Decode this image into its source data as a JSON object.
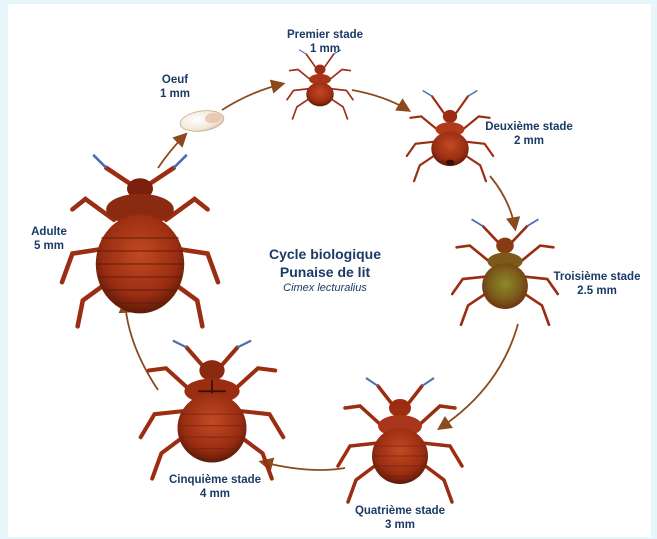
{
  "diagram": {
    "title_line1": "Cycle biologique",
    "title_line2": "Punaise de lit",
    "title_latin": "Cimex lecturalius"
  },
  "stages": [
    {
      "name": "Oeuf",
      "size": "1 mm"
    },
    {
      "name": "Premier stade",
      "size": "1 mm"
    },
    {
      "name": "Deuxième stade",
      "size": "2 mm"
    },
    {
      "name": "Troisième stade",
      "size": "2.5 mm"
    },
    {
      "name": "Quatrième stade",
      "size": "3 mm"
    },
    {
      "name": "Cinquième stade",
      "size": "4 mm"
    },
    {
      "name": "Adulte",
      "size": "5 mm"
    }
  ],
  "colors": {
    "background": "#e6f6fb",
    "text": "#1b3a66",
    "arrow": "#8a4a1c",
    "bug_body": "#9a2d12",
    "bug_dark": "#5e1a08",
    "third_stage_tint": "#7b6a1a",
    "antenna_tip": "#4a6fb0",
    "egg": "#f3ede2"
  }
}
